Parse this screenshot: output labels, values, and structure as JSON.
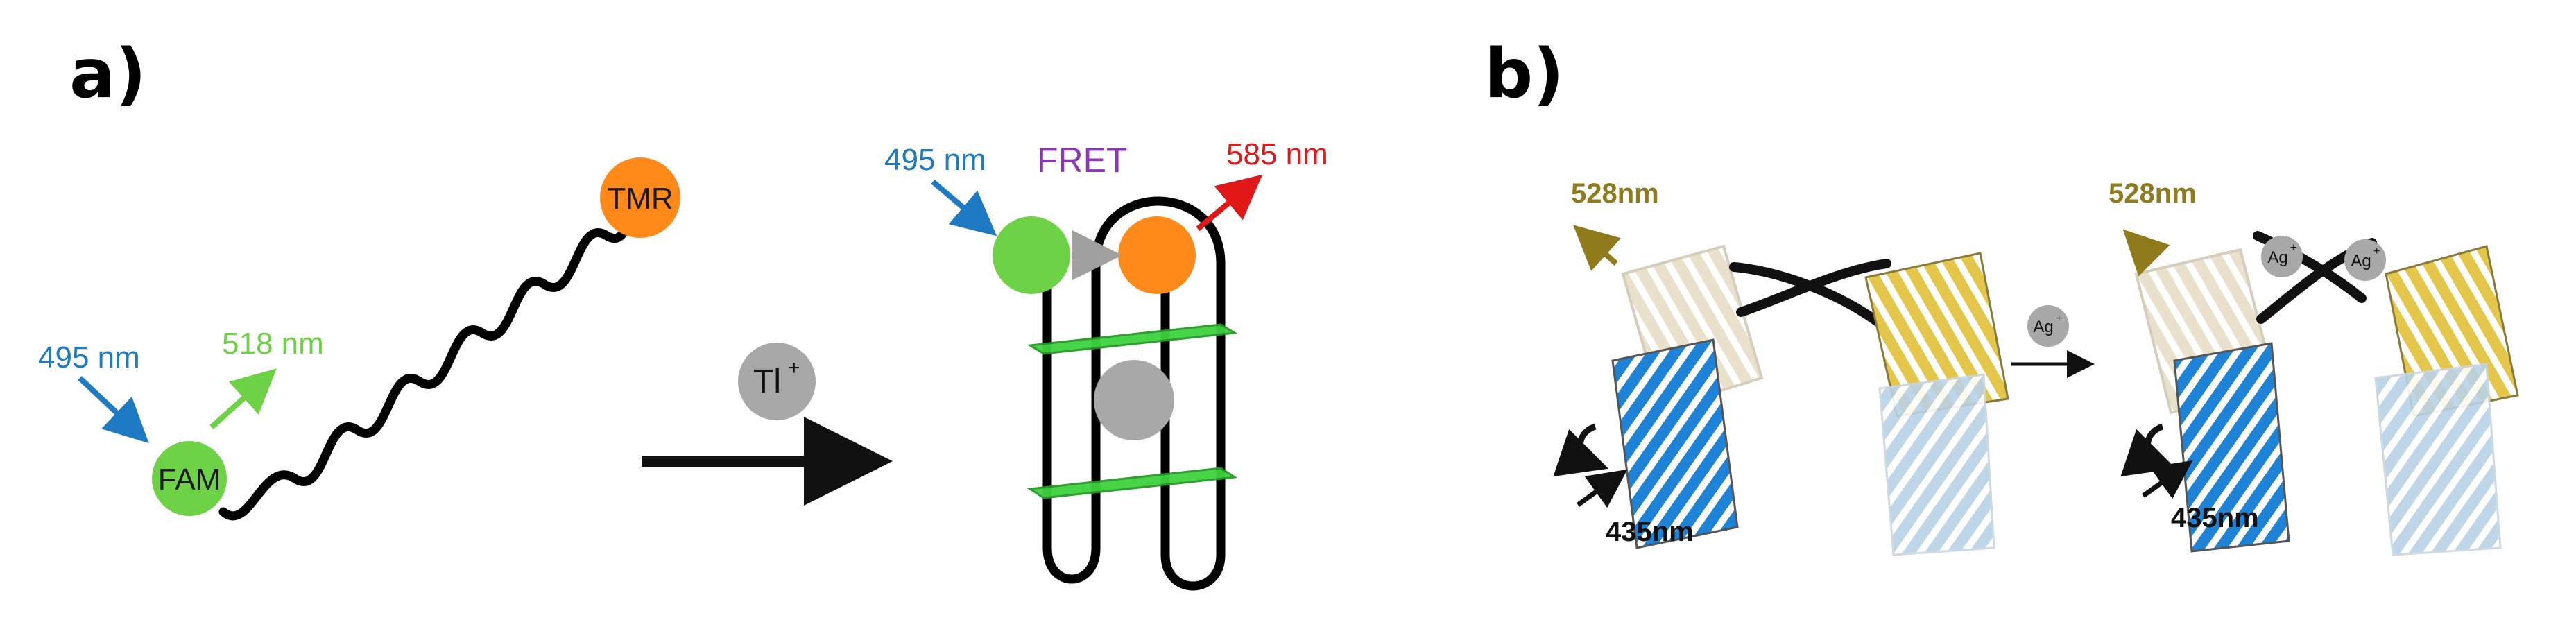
{
  "panel_a": {
    "label": "a)",
    "excitation_left": "495 nm",
    "emission_left": "518 nm",
    "fam_label": "FAM",
    "tmr_label": "TMR",
    "ion_label": "Tl",
    "ion_charge": "+",
    "excitation_right": "495 nm",
    "fret_label": "FRET",
    "emission_right": "585 nm"
  },
  "panel_b": {
    "label": "b)",
    "emission_left": "528nm",
    "excitation_left": "435nm",
    "ion_left": "Ag",
    "ion_charge": "+",
    "emission_right": "528nm",
    "excitation_right": "435nm",
    "ion_bound_1": "Ag",
    "ion_bound_2": "Ag"
  },
  "colors": {
    "blue_arrow": "#1f7ac4",
    "green_dye": "#6dd245",
    "orange_dye": "#ff8a1a",
    "purple_fret": "#8a36b5",
    "red_arrow": "#e01818",
    "gold_text": "#8f7a1c",
    "ion_gray": "#a8a8a8"
  }
}
